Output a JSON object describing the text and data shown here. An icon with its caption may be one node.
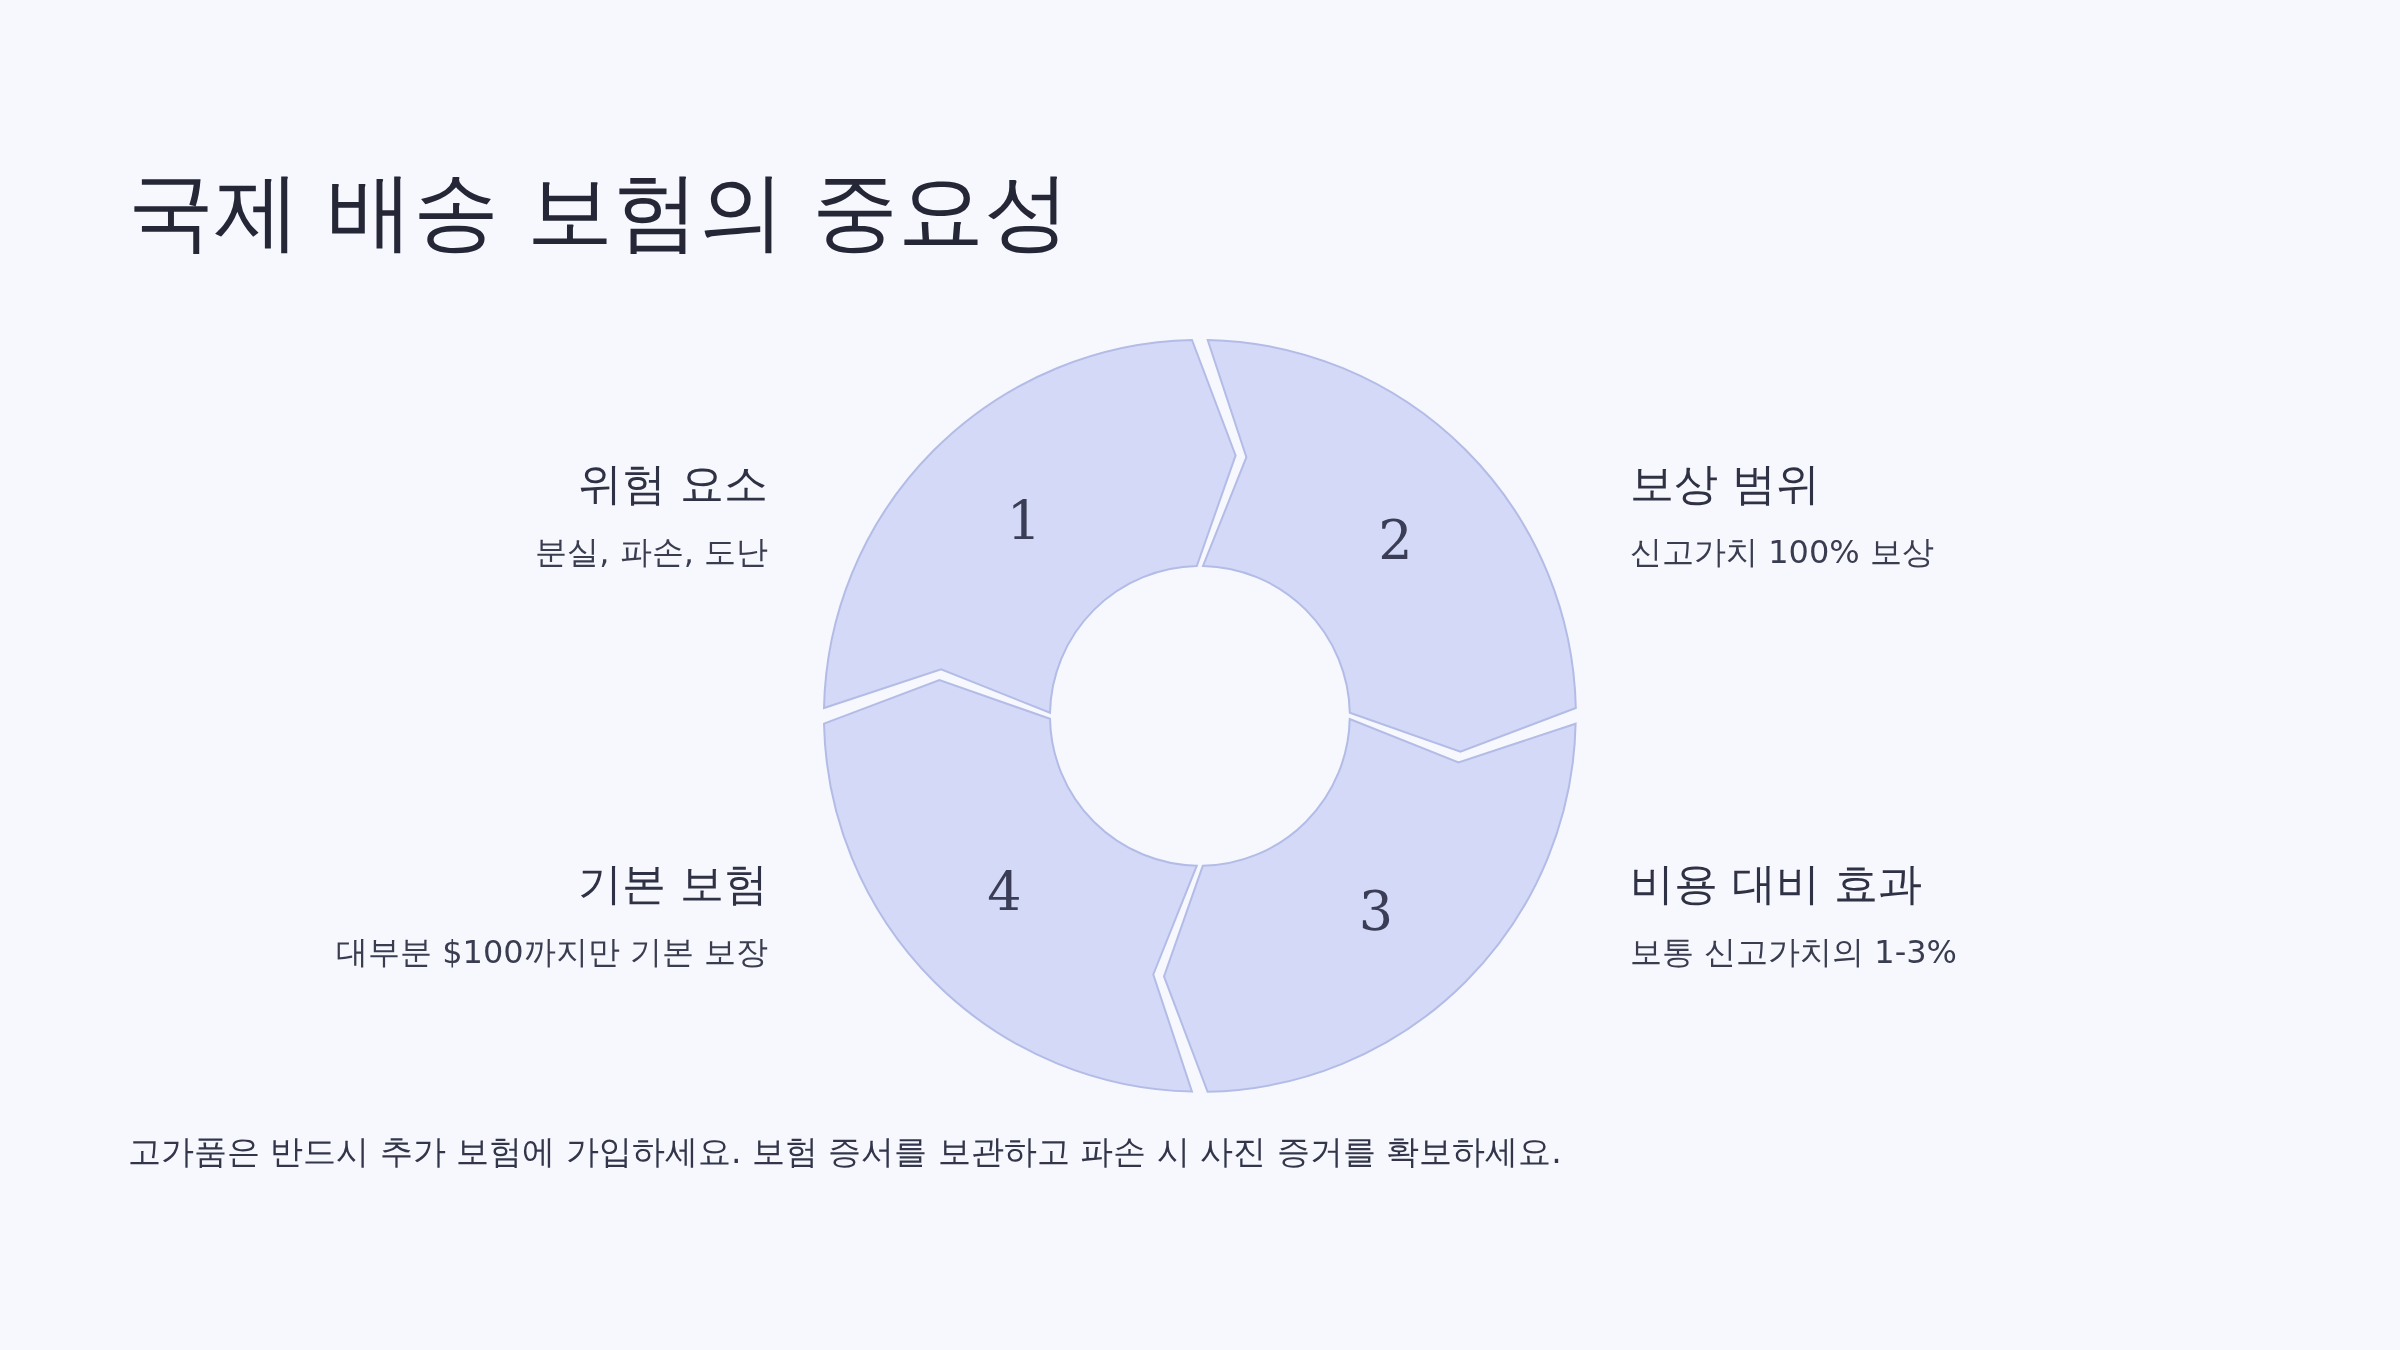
{
  "diagram": {
    "title": "국제 배송 보험의 중요성",
    "caption": "고가품은 반드시 추가 보험에 가입하세요. 보험 증서를 보관하고 파손 시 사진 증거를 확보하세요.",
    "nodes": [
      {
        "text": [
          "1"
        ],
        "beside": [
          "위험 요소",
          "분실, 파손, 도난"
        ]
      },
      {
        "text": [
          "2"
        ],
        "beside": [
          "보상 범위",
          "신고가치 100% 보상"
        ]
      },
      {
        "text": [
          "3"
        ],
        "beside": [
          "비용 대비 효과",
          "보통 신고가치의 1-3%"
        ]
      },
      {
        "text": [
          "4"
        ],
        "beside": [
          "기본 보험",
          "대부분 $100까지만 기본 보장"
        ]
      }
    ]
  }
}
